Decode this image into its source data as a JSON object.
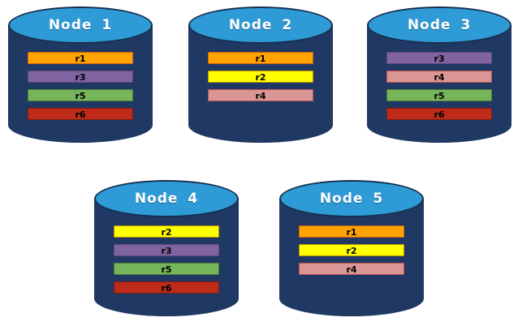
{
  "diagram": {
    "nodes": [
      {
        "label": "Node 1",
        "records": [
          "r1",
          "r3",
          "r5",
          "r6"
        ]
      },
      {
        "label": "Node 2",
        "records": [
          "r1",
          "r2",
          "r4"
        ]
      },
      {
        "label": "Node 3",
        "records": [
          "r3",
          "r4",
          "r5",
          "r6"
        ]
      },
      {
        "label": "Node 4",
        "records": [
          "r2",
          "r3",
          "r5",
          "r6"
        ]
      },
      {
        "label": "Node 5",
        "records": [
          "r1",
          "r2",
          "r4"
        ]
      }
    ],
    "colors": {
      "cylinder_body": "#1F3864",
      "cylinder_top": "#2E9BD6",
      "cylinder_outline": "#16304F",
      "title_text": "#FFFFFF",
      "record_text": "#000000",
      "records": {
        "r1": {
          "bg": "#FFA300",
          "border": "#D2600A"
        },
        "r2": {
          "bg": "#FFFF00",
          "border": "#BF9000"
        },
        "r3": {
          "bg": "#8064A2",
          "border": "#60497B"
        },
        "r4": {
          "bg": "#D99694",
          "border": "#C0504D"
        },
        "r5": {
          "bg": "#77B55B",
          "border": "#507E32"
        },
        "r6": {
          "bg": "#BF2B1A",
          "border": "#7F1D10"
        }
      }
    }
  }
}
